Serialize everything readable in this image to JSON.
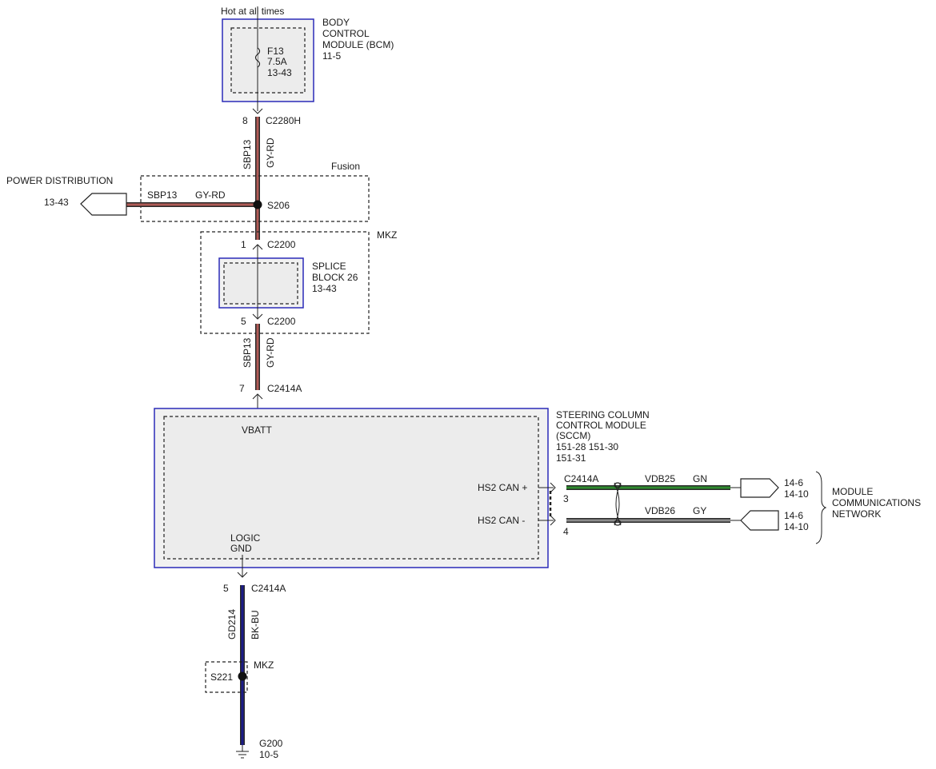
{
  "colors": {
    "module_border": "#2b2bb8",
    "module_fill": "#f1f1f1",
    "wire_gy_rd_core": "#b05b56",
    "wire_bk_bu": "#1c1c8a",
    "wire_gn": "#2f8a2f",
    "wire_gy": "#8c8c8c"
  },
  "bcm": {
    "hot_label": "Hot at all times",
    "title_line1": "BODY",
    "title_line2": "CONTROL",
    "title_line3": "MODULE (BCM)",
    "page_ref": "11-5",
    "fuse_name": "F13",
    "fuse_rating": "7.5A",
    "fuse_ref": "13-43",
    "fuse_icon": "fuse-icon"
  },
  "connectors": {
    "c2280h_pin": "8",
    "c2280h": "C2280H",
    "c2200_pin_top": "1",
    "c2200_top": "C2200",
    "c2200_pin_bottom": "5",
    "c2200_bottom": "C2200",
    "c2414a_pin_vbatt": "7",
    "c2414a_vbatt": "C2414A",
    "c2414a_can": "C2414A",
    "c2414a_pin_canp": "3",
    "c2414a_pin_canm": "4",
    "c2414a_pin_gnd": "5",
    "c2414a_gnd": "C2414A"
  },
  "circuits": {
    "sbp13_circuit": "SBP13",
    "sbp13_color": "GY-RD",
    "gd214_circuit": "GD214",
    "gd214_color": "BK-BU",
    "vdb25_circuit": "VDB25",
    "vdb25_color": "GN",
    "vdb26_circuit": "VDB26",
    "vdb26_color": "GY"
  },
  "fusion": {
    "label": "Fusion",
    "splice": "S206"
  },
  "power_distribution": {
    "title": "POWER DISTRIBUTION",
    "ref": "13-43"
  },
  "mkz_splice_block": {
    "label": "MKZ",
    "title_line1": "SPLICE",
    "title_line2": "BLOCK 26",
    "ref": "13-43"
  },
  "sccm": {
    "title_line1": "STEERING COLUMN",
    "title_line2": "CONTROL MODULE",
    "title_line3": "(SCCM)",
    "refs_line1": "151-28  151-30",
    "refs_line2": "151-31",
    "vbatt": "VBATT",
    "hs2_can_plus": "HS2 CAN +",
    "hs2_can_minus": "HS2 CAN -",
    "logic_line1": "LOGIC",
    "logic_line2": "GND"
  },
  "network": {
    "top_ref1": "14-6",
    "top_ref2": "14-10",
    "bottom_ref1": "14-6",
    "bottom_ref2": "14-10",
    "title_line1": "MODULE",
    "title_line2": "COMMUNICATIONS",
    "title_line3": "NETWORK"
  },
  "ground": {
    "mkz_label": "MKZ",
    "splice": "S221",
    "ground_name": "G200",
    "ground_ref": "10-5",
    "ground_icon": "ground-icon"
  }
}
